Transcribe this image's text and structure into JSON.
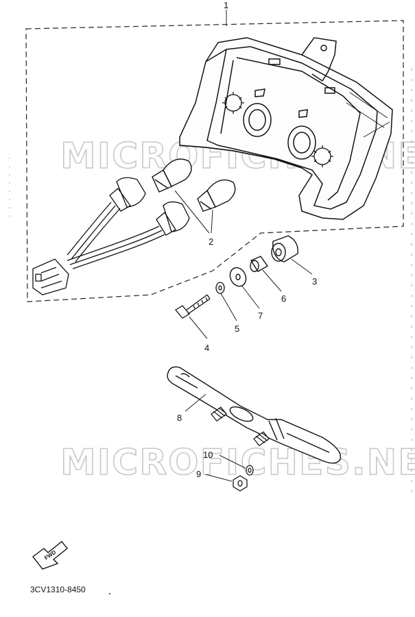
{
  "diagram": {
    "callouts": [
      {
        "id": "1",
        "label": "1"
      },
      {
        "id": "2",
        "label": "2"
      },
      {
        "id": "3",
        "label": "3"
      },
      {
        "id": "4",
        "label": "4"
      },
      {
        "id": "5",
        "label": "5"
      },
      {
        "id": "6",
        "label": "6"
      },
      {
        "id": "7",
        "label": "7"
      },
      {
        "id": "8",
        "label": "8"
      },
      {
        "id": "9",
        "label": "9"
      },
      {
        "id": "10",
        "label": "10"
      }
    ],
    "watermark_top": "MICROFICHES.NET",
    "watermark_bottom": "MICROFICHES.NET",
    "fwd_label": "FWD",
    "part_code": "3CV1310-8450"
  }
}
